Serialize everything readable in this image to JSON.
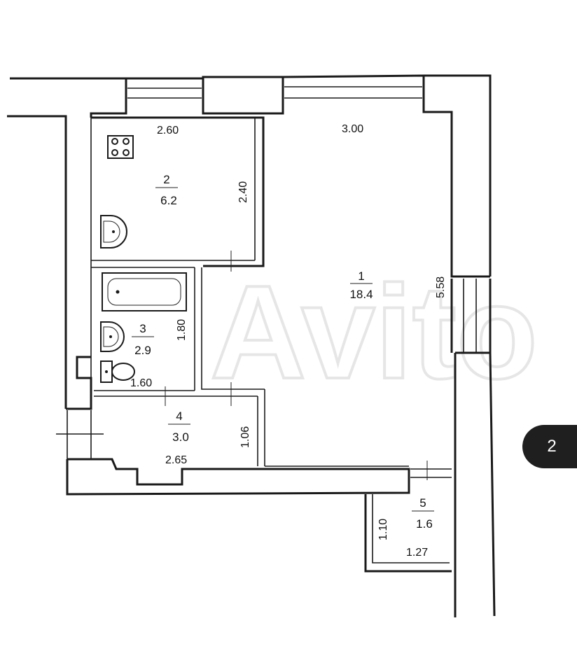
{
  "watermark": "Avito",
  "page_indicator": "2",
  "rooms": [
    {
      "number": "1",
      "area": "18.4"
    },
    {
      "number": "2",
      "area": "6.2"
    },
    {
      "number": "3",
      "area": "2.9"
    },
    {
      "number": "4",
      "area": "3.0"
    },
    {
      "number": "5",
      "area": "1.6"
    }
  ],
  "dimensions": {
    "kitchen_width": "2.60",
    "kitchen_depth": "2.40",
    "living_width": "3.00",
    "living_depth": "5.58",
    "bath_height": "1.80",
    "bath_width": "1.60",
    "hall_depth": "1.06",
    "hall_width": "2.65",
    "balcony_depth": "1.10",
    "balcony_width": "1.27"
  },
  "colors": {
    "line": "#1a1a1a",
    "badge_bg": "#1f1f1f",
    "watermark": "#e6e6e6"
  }
}
